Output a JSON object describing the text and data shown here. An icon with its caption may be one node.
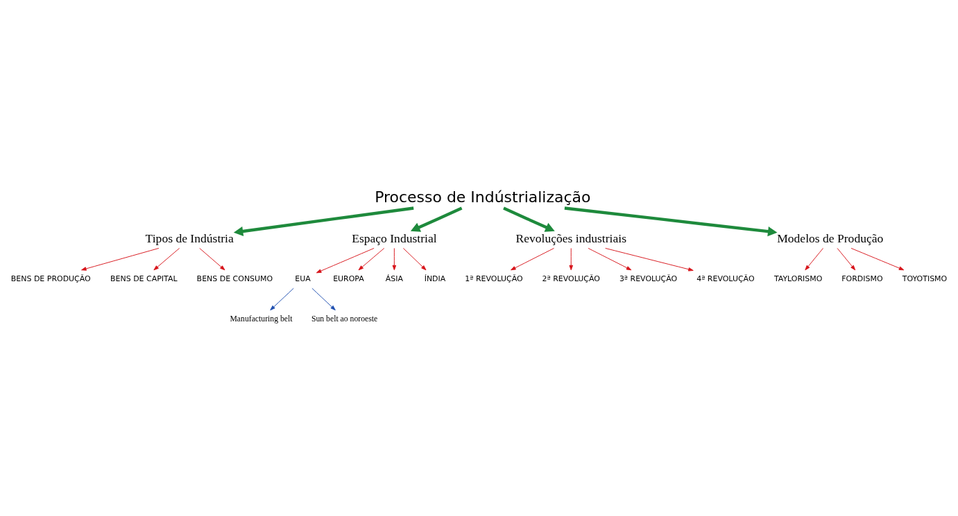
{
  "diagram": {
    "nodes": [
      {
        "text": [
          "Processo de Indústrialização"
        ]
      },
      {
        "text": [
          "Tipos de Indústria"
        ]
      },
      {
        "text": [
          "BENS DE PRODUÇÃO"
        ]
      },
      {
        "text": [
          "BENS DE CAPITAL"
        ]
      },
      {
        "text": [
          "BENS DE CONSUMO"
        ]
      },
      {
        "text": [
          "Espaço Industrial"
        ]
      },
      {
        "text": [
          "EUA"
        ]
      },
      {
        "text": [
          "EUROPA"
        ]
      },
      {
        "text": [
          "ÁSIA"
        ]
      },
      {
        "text": [
          "ÍNDIA"
        ]
      },
      {
        "text": [
          "Manufacturing belt"
        ]
      },
      {
        "text": [
          "Sun belt ao noroeste"
        ]
      },
      {
        "text": [
          "Revoluções industriais"
        ]
      },
      {
        "text": [
          "1ª REVOLUÇÃO"
        ]
      },
      {
        "text": [
          "2ª REVOLUÇÃO"
        ]
      },
      {
        "text": [
          "3ª REVOLUÇÃO"
        ]
      },
      {
        "text": [
          "4ª REVOLUÇÃO"
        ]
      },
      {
        "text": [
          "Modelos de Produção"
        ]
      },
      {
        "text": [
          "TAYLORISMO"
        ]
      },
      {
        "text": [
          "FORDISMO"
        ]
      },
      {
        "text": [
          "TOYOTISMO"
        ]
      }
    ],
    "edges": [
      {
        "from": 0,
        "to": 1,
        "arrow": "to",
        "style": "thick",
        "color": "#1e8a3c"
      },
      {
        "from": 0,
        "to": 5,
        "arrow": "to",
        "style": "thick",
        "color": "#1e8a3c"
      },
      {
        "from": 0,
        "to": 12,
        "arrow": "to",
        "style": "thick",
        "color": "#1e8a3c"
      },
      {
        "from": 0,
        "to": 17,
        "arrow": "to",
        "style": "thick",
        "color": "#1e8a3c"
      },
      {
        "from": 1,
        "to": 2,
        "arrow": "to"
      },
      {
        "from": 1,
        "to": 3,
        "arrow": "to"
      },
      {
        "from": 1,
        "to": 4,
        "arrow": "to"
      },
      {
        "from": 5,
        "to": 6,
        "arrow": "to"
      },
      {
        "from": 5,
        "to": 7,
        "arrow": "to"
      },
      {
        "from": 5,
        "to": 8,
        "arrow": "to"
      },
      {
        "from": 5,
        "to": 9,
        "arrow": "to"
      },
      {
        "from": 6,
        "to": 10,
        "arrow": "to",
        "color": "#1f4fb0"
      },
      {
        "from": 6,
        "to": 11,
        "arrow": "to",
        "color": "#1f4fb0"
      },
      {
        "from": 12,
        "to": 13,
        "arrow": "to"
      },
      {
        "from": 12,
        "to": 14,
        "arrow": "to"
      },
      {
        "from": 12,
        "to": 15,
        "arrow": "to"
      },
      {
        "from": 12,
        "to": 16,
        "arrow": "to"
      },
      {
        "from": 17,
        "to": 18,
        "arrow": "to"
      },
      {
        "from": 17,
        "to": 19,
        "arrow": "to"
      },
      {
        "from": 17,
        "to": 20,
        "arrow": "to"
      }
    ]
  }
}
